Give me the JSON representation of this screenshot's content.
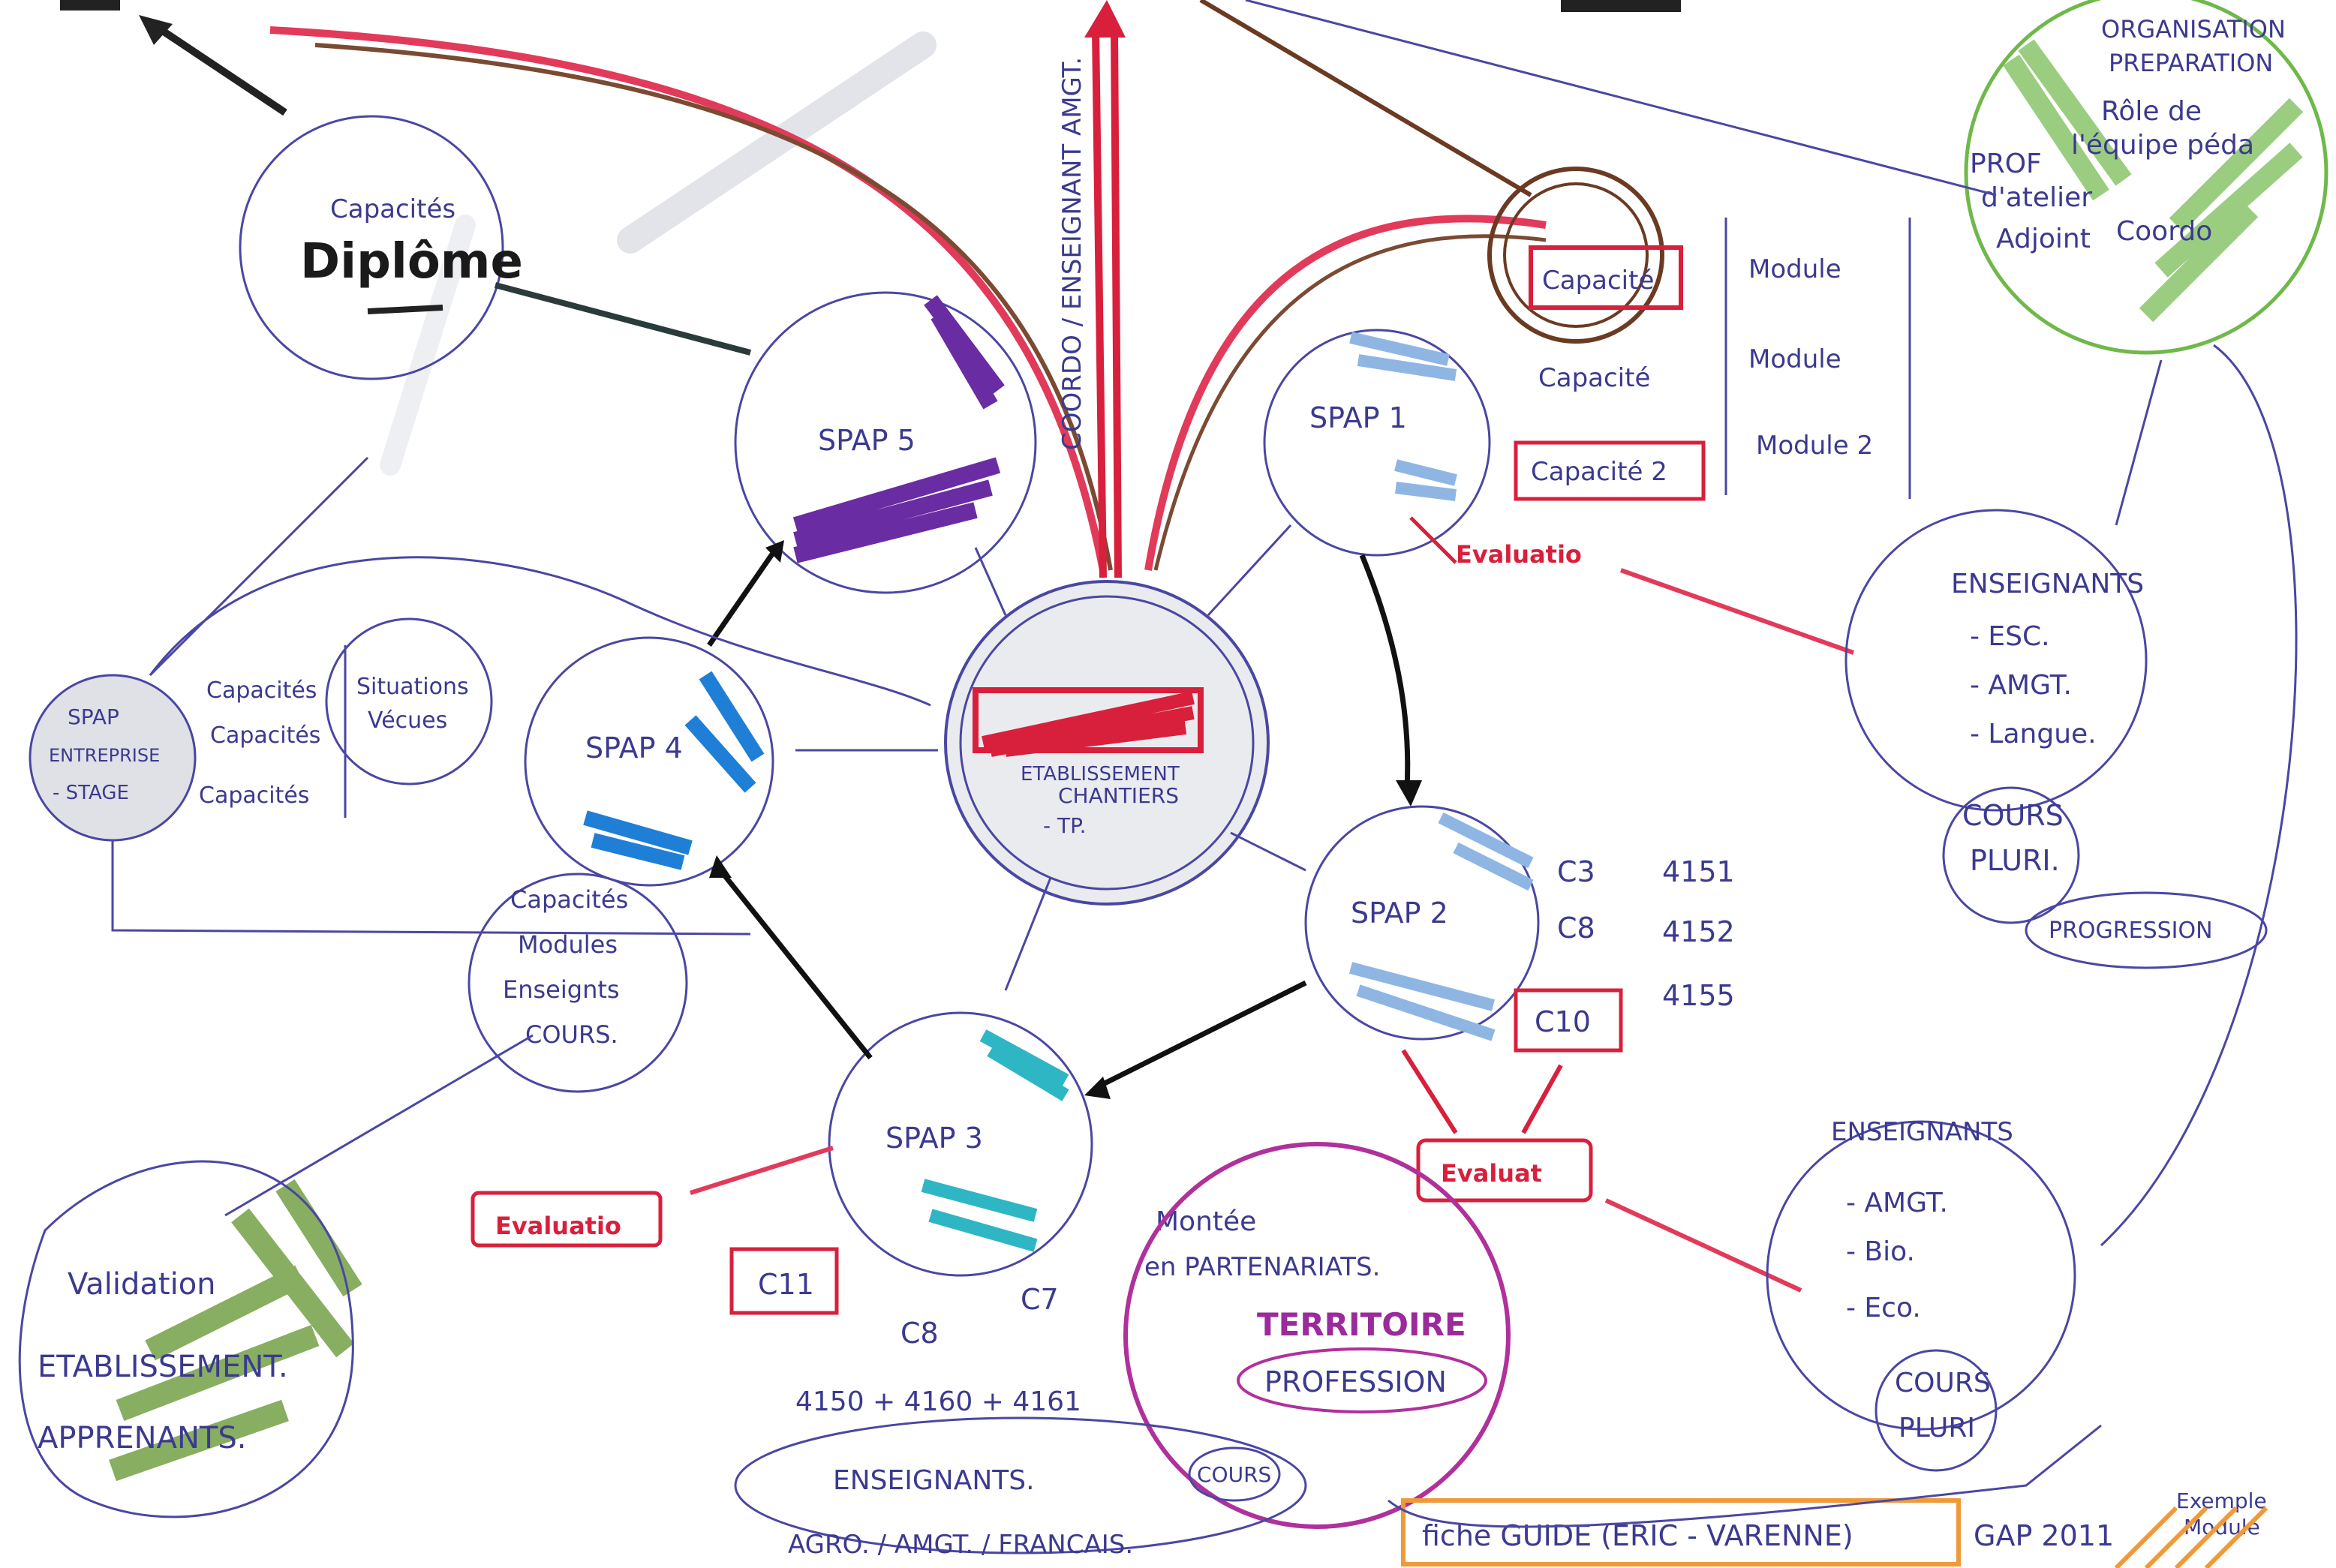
{
  "nodes": {
    "diplome": {
      "caption": "Capacités",
      "title": "Diplôme"
    },
    "spap5": {
      "label": "SPAP 5"
    },
    "spap4": {
      "label": "SPAP 4"
    },
    "spap1": {
      "label": "SPAP 1"
    },
    "spap2": {
      "label": "SPAP 2",
      "items": [
        "C3",
        "C8",
        "C10"
      ],
      "numbers": [
        "4151",
        "4152",
        "4155"
      ]
    },
    "spap3": {
      "label": "SPAP 3",
      "items": [
        "C11",
        "C8",
        "C7"
      ],
      "numbers": "4150 + 4160 + 4161"
    },
    "spap_entreprise": {
      "lines": [
        "SPAP",
        "ENTREPRISE",
        "- STAGE"
      ],
      "capacites": [
        "Capacités",
        "Capacités",
        "Capacités"
      ],
      "situations": [
        "Situations",
        "Vécues"
      ]
    },
    "center": {
      "lines": [
        "ETABLISSEMENT",
        "CHANTIERS",
        "- TP."
      ]
    },
    "modules": {
      "capacites": [
        "Capacité",
        "Capacité",
        "Capacité 2"
      ],
      "modules": [
        "Module",
        "Module",
        "Module 2"
      ]
    },
    "evaluation1": "Evaluatio",
    "evaluation2": "Evaluat",
    "evaluation3": "Evaluatio",
    "capacites_note": [
      "Capacités",
      "Modules",
      "Enseignts",
      "COURS."
    ],
    "organisation": {
      "lines": [
        "ORGANISATION",
        "PREPARATION",
        "Rôle de",
        "l'équipe péda",
        "PROF",
        "d'atelier",
        "Adjoint",
        "Coordo"
      ]
    },
    "enseignants1": {
      "title": "ENSEIGNANTS",
      "items": [
        "- ESC.",
        "- AMGT.",
        "- Langue."
      ],
      "cours": [
        "COURS",
        "PLURI."
      ],
      "progression": "PROGRESSION"
    },
    "enseignants2": {
      "title": "ENSEIGNANTS",
      "items": [
        "- AMGT.",
        "- Bio.",
        "- Eco."
      ],
      "cours": [
        "COURS",
        "PLURI"
      ]
    },
    "validation": {
      "lines": [
        "Validation",
        "ETABLISSEMENT.",
        "APPRENANTS."
      ]
    },
    "partenariats": {
      "lines": [
        "Montée",
        "en PARTENARIATS."
      ]
    },
    "territoire": {
      "title": "TERRITOIRE",
      "subtitle": "PROFESSION"
    },
    "enseignants3": {
      "title": "ENSEIGNANTS.",
      "cours": "COURS",
      "items": "AGRO. / AMGT. / FRANCAIS."
    },
    "vertical_text": "COORDO / ENSEIGNANT AMGT.",
    "fiche": {
      "label": "fiche GUIDE (ERIC - VARENNE)",
      "tail": "GAP 2011",
      "note": [
        "Exemple",
        "Module"
      ]
    }
  },
  "colors": {
    "ink": "#3b3a8f",
    "red": "#d8203c",
    "brown": "#6b3a22",
    "green": "#6fb84a",
    "purple": "#6a2ca3",
    "blue": "#1f7fd6",
    "lightblue": "#8fb6e3",
    "teal": "#2fb6c4",
    "grey": "#c9cdd6",
    "orange": "#ef9a3a",
    "magenta": "#b0309c"
  }
}
